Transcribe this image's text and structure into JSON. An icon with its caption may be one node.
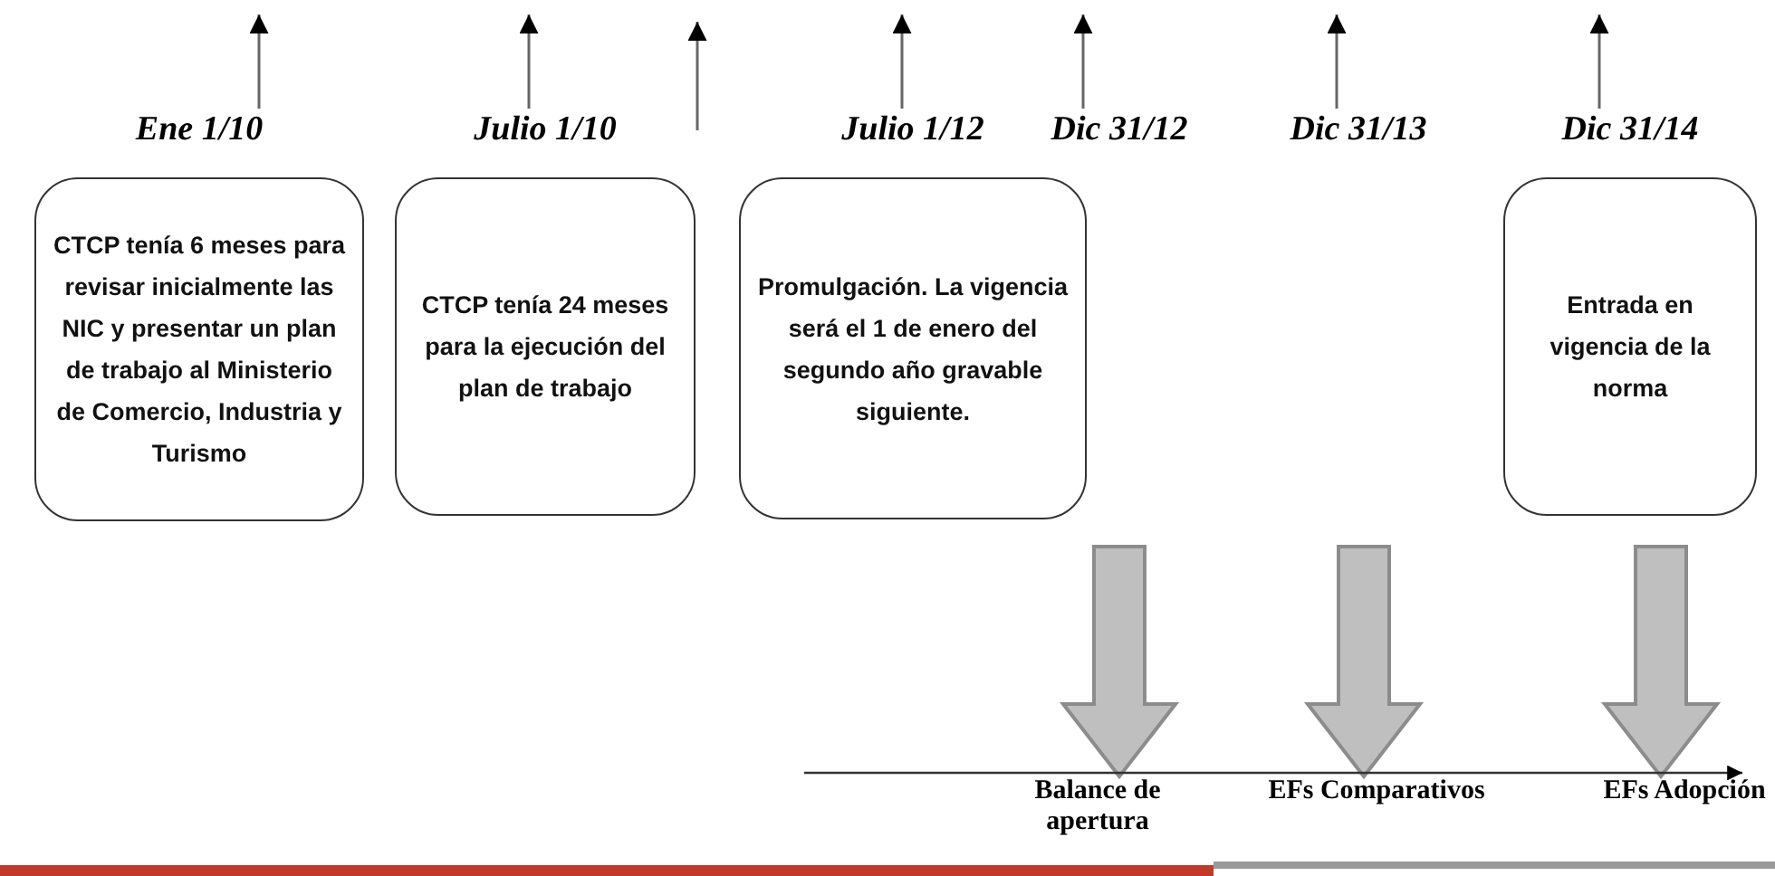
{
  "diagram": {
    "nodes": [
      {
        "text": [
          "Ene 1/10",
          "CTCP tenía 6 meses para revisar inicialmente las NIC y presentar un plan de trabajo al Ministerio de Comercio, Industria y Turismo"
        ]
      },
      {
        "text": [
          "Julio 1/10",
          "CTCP tenía 24 meses para la ejecución del plan de trabajo"
        ]
      },
      {
        "text": [
          "Julio 1/12",
          "Promulgación. La vigencia será el 1 de enero del segundo año gravable siguiente."
        ]
      },
      {
        "text": [
          "Dic 31/12"
        ]
      },
      {
        "text": [
          "Dic 31/13"
        ]
      },
      {
        "text": [
          "Dic 31/14",
          "Entrada en vigencia de la norma"
        ]
      },
      {
        "text": [
          "Balance de apertura"
        ]
      },
      {
        "text": [
          "EFs Comparativos"
        ]
      },
      {
        "text": [
          "EFs Adopción"
        ]
      }
    ],
    "edges": [
      {
        "from": 0,
        "to": null,
        "arrow": "to"
      },
      {
        "from": 1,
        "to": null,
        "arrow": "to"
      },
      {
        "from": 2,
        "to": null,
        "arrow": "to"
      },
      {
        "from": 3,
        "to": null,
        "arrow": "to"
      },
      {
        "from": 4,
        "to": null,
        "arrow": "to"
      },
      {
        "from": 5,
        "to": null,
        "arrow": "to"
      },
      {
        "from": null,
        "to": 6,
        "arrow": "to",
        "style": "thick",
        "color": "#bfbfbf"
      },
      {
        "from": null,
        "to": 7,
        "arrow": "to",
        "style": "thick",
        "color": "#bfbfbf"
      },
      {
        "from": null,
        "to": 8,
        "arrow": "to",
        "style": "thick",
        "color": "#bfbfbf"
      }
    ]
  }
}
